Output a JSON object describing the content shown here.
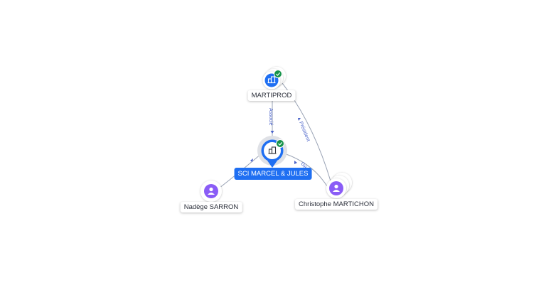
{
  "colors": {
    "company": "#1f6ff2",
    "person": "#8a5cf6",
    "verified": "#16934a",
    "edge": "#9aa3b5",
    "edge_label": "#4a63c9"
  },
  "nodes": {
    "martiprod": {
      "label": "MARTIPROD",
      "icon": "building-icon",
      "badge": "verified-check-icon"
    },
    "sci": {
      "label": "SCI MARCEL & JULES",
      "icon": "building-icon",
      "badge": "verified-check-icon"
    },
    "nadege": {
      "label": "Nadège SARRON",
      "icon": "person-icon"
    },
    "christophe": {
      "label": "Christophe MARTICHON",
      "icon": "person-icon"
    }
  },
  "edges": {
    "martiprod_sci": "Associé",
    "christophe_martiprod": "Président",
    "christophe_sci": "Gérant"
  }
}
